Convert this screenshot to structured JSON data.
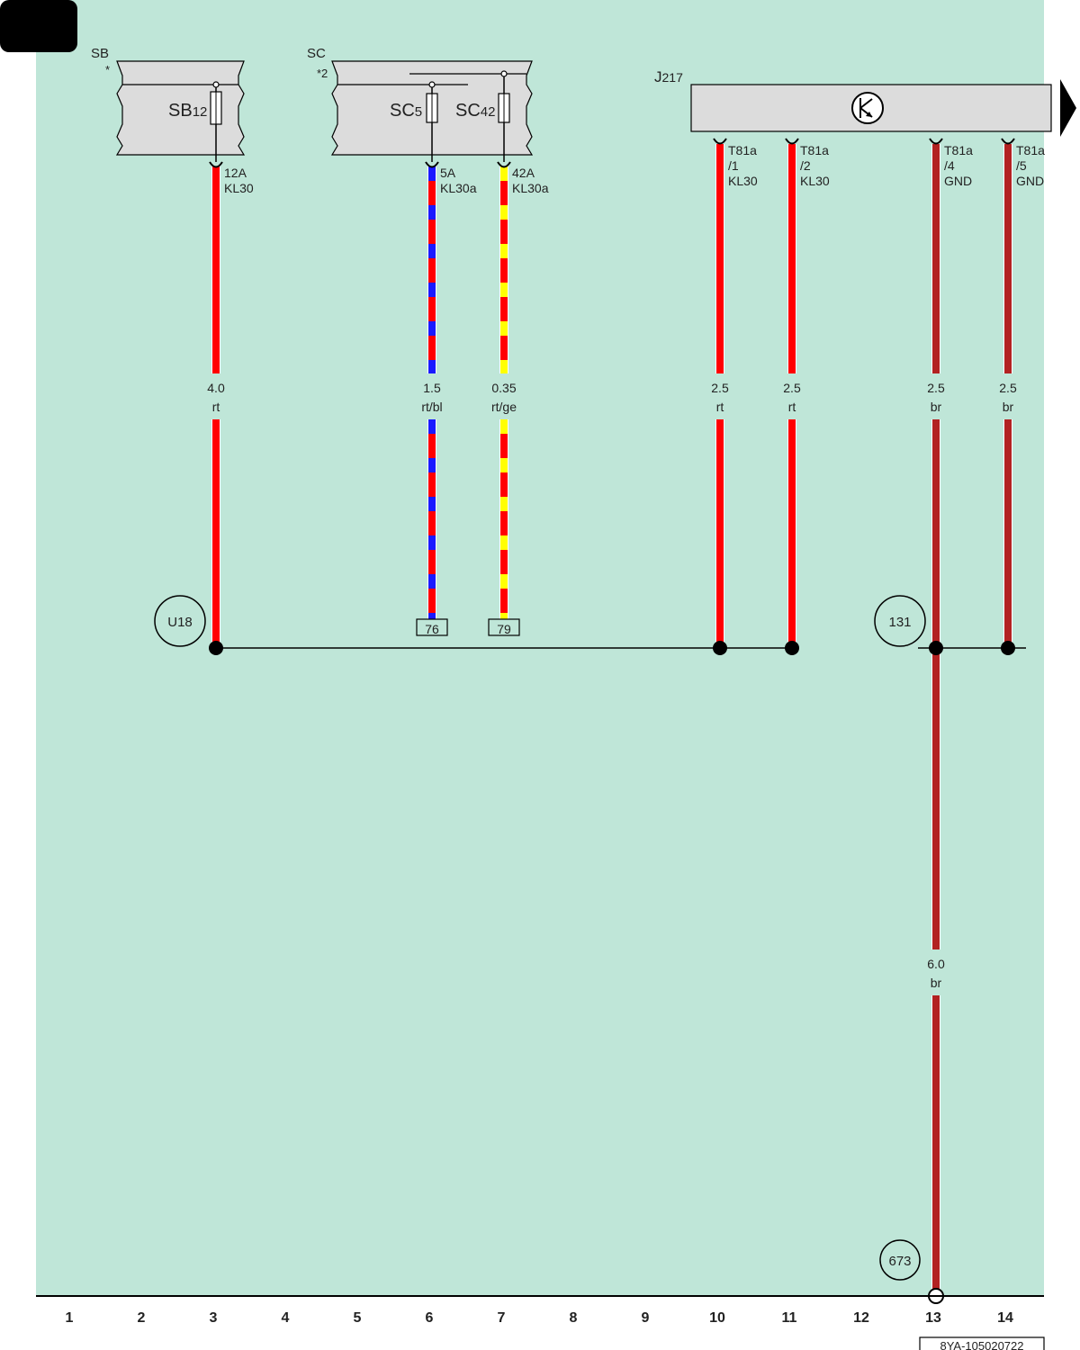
{
  "colors": {
    "background": "#bfe6d8",
    "component_fill": "#dcdcdc",
    "rt": "#ff0000",
    "bl": "#1a1aff",
    "ge": "#ffff00",
    "br": "#b22222",
    "tab": "#000000"
  },
  "components": {
    "sb": {
      "name": "SB",
      "note": "*",
      "fuse_name": "SB",
      "fuse_num": "12"
    },
    "sc": {
      "name": "SC",
      "note": "*2",
      "fuse1_name": "SC",
      "fuse1_num": "5",
      "fuse2_name": "SC",
      "fuse2_num": "42"
    },
    "j217": {
      "name": "J",
      "num": "217"
    }
  },
  "pins": {
    "sb12": [
      "12A",
      "KL30"
    ],
    "sc5": [
      "5A",
      "KL30a"
    ],
    "sc42": [
      "42A",
      "KL30a"
    ],
    "t1": [
      "T81a",
      "/1",
      "KL30"
    ],
    "t2": [
      "T81a",
      "/2",
      "KL30"
    ],
    "t4": [
      "T81a",
      "/4",
      "GND"
    ],
    "t5": [
      "T81a",
      "/5",
      "GND"
    ]
  },
  "wires": {
    "w3": {
      "size": "4.0",
      "color": "rt"
    },
    "w6": {
      "size": "1.5",
      "color": "rt/bl"
    },
    "w7": {
      "size": "0.35",
      "color": "rt/ge"
    },
    "w10": {
      "size": "2.5",
      "color": "rt"
    },
    "w11": {
      "size": "2.5",
      "color": "rt"
    },
    "w13": {
      "size": "2.5",
      "color": "br"
    },
    "w14": {
      "size": "2.5",
      "color": "br"
    },
    "w13b": {
      "size": "6.0",
      "color": "br"
    }
  },
  "connections": {
    "u18": "U18",
    "c131": "131",
    "c673": "673",
    "box76": "76",
    "box79": "79"
  },
  "grid_numbers": [
    "1",
    "2",
    "3",
    "4",
    "5",
    "6",
    "7",
    "8",
    "9",
    "10",
    "11",
    "12",
    "13",
    "14"
  ],
  "doc_code": "8YA-105020722"
}
